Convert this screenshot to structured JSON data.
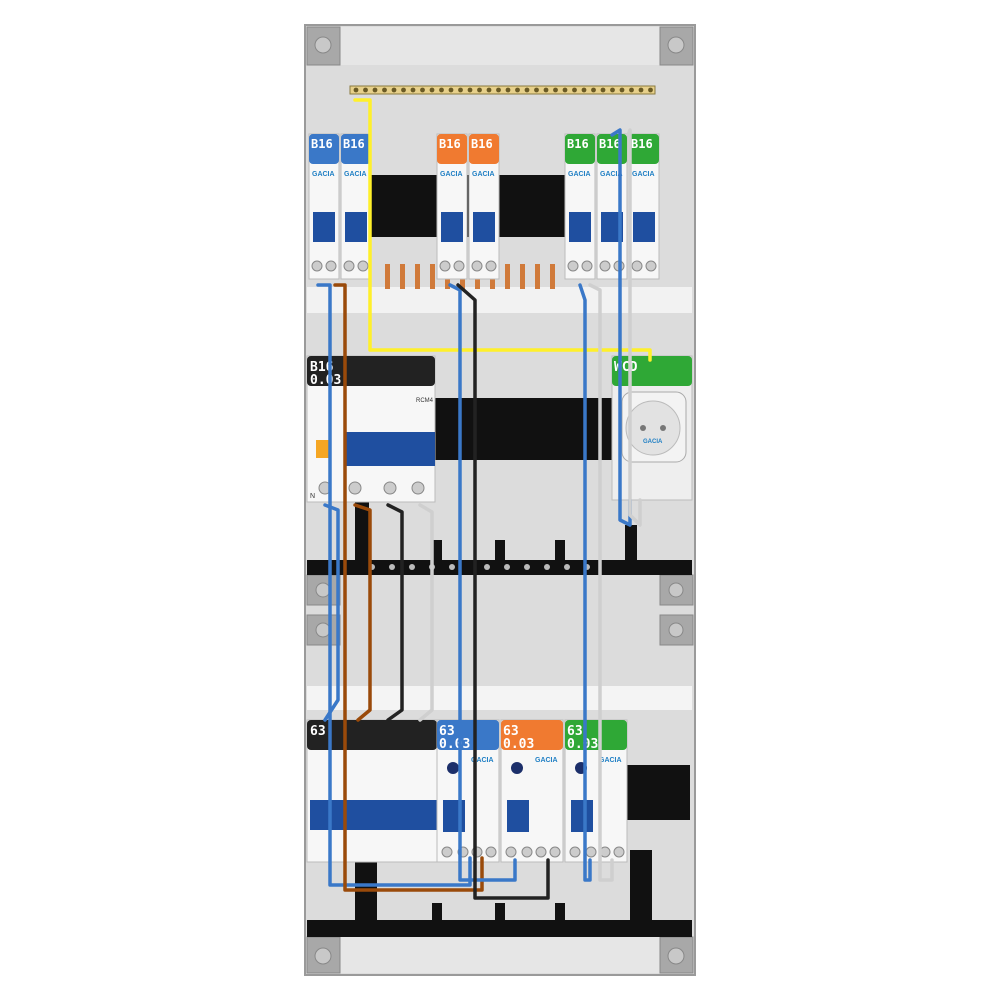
{
  "colors": {
    "blue": "#3a78c8",
    "orange": "#f07a30",
    "green": "#2fa836",
    "black": "#222222",
    "yellow": "#fff02a",
    "brown": "#9a4a0a",
    "gray": "#cfcfcf",
    "panel": "#dcdcdc",
    "dinrail": "#111111"
  },
  "row1": {
    "breakers": [
      {
        "label": "B16",
        "color": "blue"
      },
      {
        "label": "B16",
        "color": "blue"
      },
      {
        "label": "B16",
        "color": "orange"
      },
      {
        "label": "B16",
        "color": "orange"
      },
      {
        "label": "B16",
        "color": "green"
      },
      {
        "label": "B16",
        "color": "green"
      },
      {
        "label": "B16",
        "color": "green"
      }
    ],
    "brand": "GACIA"
  },
  "row2": {
    "rcbo_label_line1": "B16",
    "rcbo_label_line2": "0.03",
    "rcm_text": "RCM4",
    "socket_label": "WCD",
    "socket_brand": "GACIA",
    "neutral_mark": "N"
  },
  "row3": {
    "main_switch_label": "63",
    "rcds": [
      {
        "line1": "63",
        "line2": "0.03",
        "color": "blue"
      },
      {
        "line1": "63",
        "line2": "0.03",
        "color": "orange"
      },
      {
        "line1": "63",
        "line2": "0.03",
        "color": "green"
      }
    ],
    "brand": "GACIA"
  }
}
